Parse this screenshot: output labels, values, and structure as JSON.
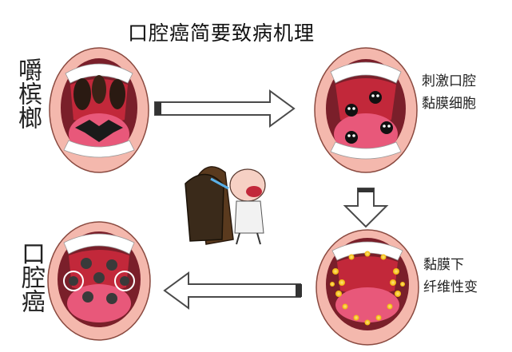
{
  "title": "口腔癌简要致病机理",
  "labels": {
    "chewing": "嚼槟榔",
    "stimulate_line1": "刺激口腔",
    "stimulate_line2": "黏膜细胞",
    "fibrosis_line1": "黏膜下",
    "fibrosis_line2": "纤维性变",
    "cancer": "口腔癌"
  },
  "colors": {
    "lip": "#f4b8ad",
    "mouth_dark": "#7a1f2a",
    "tongue": "#e8587a",
    "palate": "#c2283a",
    "teeth": "#ffffff",
    "arrow_stroke": "#4a4a4a"
  }
}
